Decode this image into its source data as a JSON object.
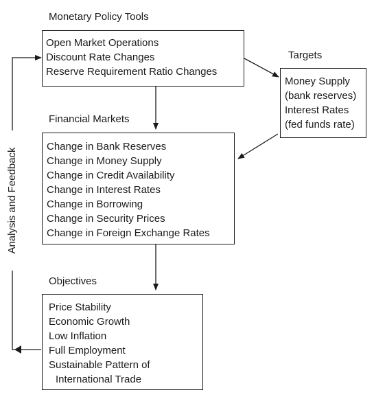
{
  "tools": {
    "heading": "Monetary Policy Tools",
    "items": [
      "Open Market Operations",
      "Discount Rate Changes",
      "Reserve Requirement Ratio Changes"
    ]
  },
  "targets": {
    "heading": "Targets",
    "items": [
      "Money Supply",
      "(bank reserves)",
      "Interest Rates",
      "(fed funds rate)"
    ]
  },
  "markets": {
    "heading": "Financial Markets",
    "items": [
      "Change in Bank Reserves",
      "Change in Money Supply",
      "Change in Credit Availability",
      "Change in Interest Rates",
      "Change in Borrowing",
      "Change in Security Prices",
      "Change in Foreign Exchange Rates"
    ]
  },
  "objectives": {
    "heading": "Objectives",
    "items": [
      "Price Stability",
      "Economic Growth",
      "Low Inflation",
      "Full Employment",
      "Sustainable Pattern of",
      "International Trade"
    ]
  },
  "feedback": {
    "label": "Analysis and Feedback"
  }
}
